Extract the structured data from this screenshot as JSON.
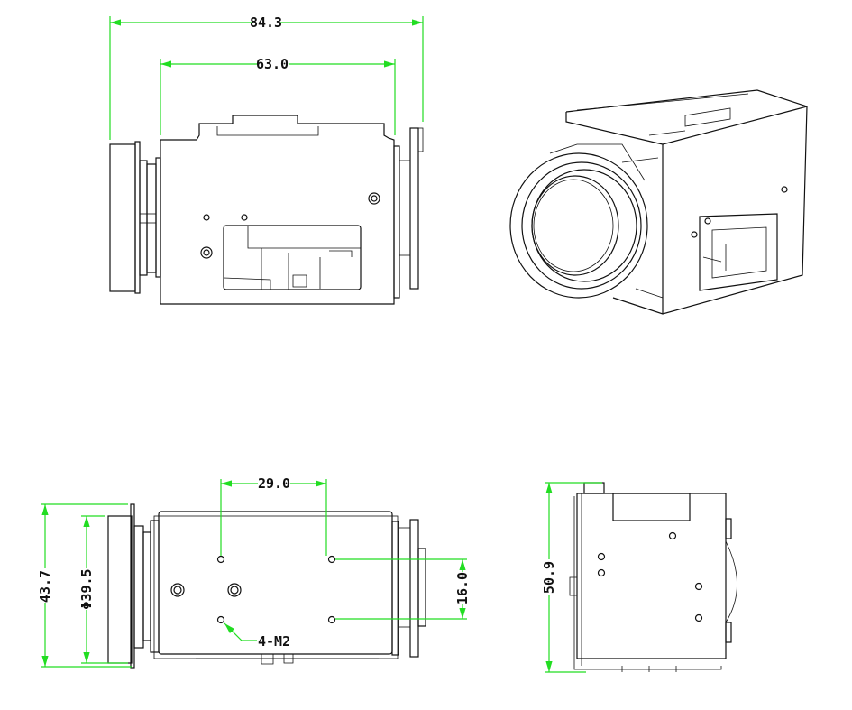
{
  "drawing": {
    "views": [
      "top-view",
      "isometric-view",
      "bottom-view",
      "side-view"
    ],
    "dimensions": {
      "overall_length": "84.3",
      "body_length": "63.0",
      "hole_spacing_horizontal": "29.0",
      "overall_height": "43.7",
      "lens_diameter": "Φ39.5",
      "hole_spacing_vertical": "16.0",
      "mounting_holes": "4-M2",
      "side_height": "50.9"
    },
    "colors": {
      "dimension": "#22dd22",
      "outline": "#111111"
    }
  }
}
